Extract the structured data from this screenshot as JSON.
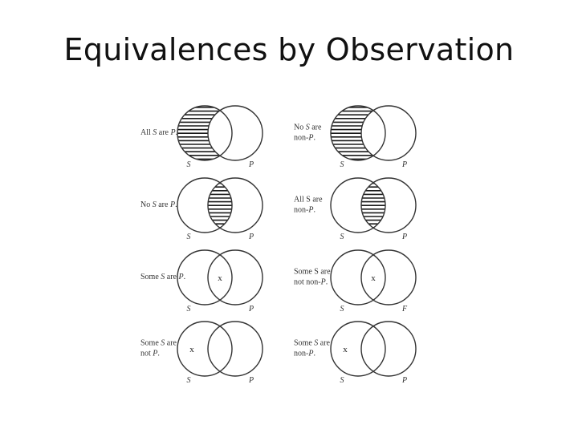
{
  "slide": {
    "title": "Equivalences by Observation"
  },
  "colors": {
    "ink": "#333333",
    "hatch": "#1a1a1a",
    "background": "#ffffff"
  },
  "diagrams": [
    {
      "label_lines": [
        [
          {
            "t": "All "
          },
          {
            "t": "S",
            "i": true
          },
          {
            "t": " are "
          },
          {
            "t": "P",
            "i": true
          },
          {
            "t": "."
          }
        ]
      ],
      "shade": "s_only",
      "x_mark": null,
      "x_text": "",
      "left_axis": "S",
      "right_axis": "P"
    },
    {
      "label_lines": [
        [
          {
            "t": "No "
          },
          {
            "t": "S",
            "i": true
          },
          {
            "t": " are"
          }
        ],
        [
          {
            "t": "non-"
          },
          {
            "t": "P",
            "i": true
          },
          {
            "t": "."
          }
        ]
      ],
      "shade": "s_only",
      "x_mark": null,
      "x_text": "",
      "left_axis": "S",
      "right_axis": "P"
    },
    {
      "label_lines": [
        [
          {
            "t": "No "
          },
          {
            "t": "S",
            "i": true
          },
          {
            "t": " are "
          },
          {
            "t": "P",
            "i": true
          },
          {
            "t": "."
          }
        ]
      ],
      "shade": "overlap",
      "x_mark": null,
      "x_text": "",
      "left_axis": "S",
      "right_axis": "P"
    },
    {
      "label_lines": [
        [
          {
            "t": "All S are"
          }
        ],
        [
          {
            "t": "non-"
          },
          {
            "t": "P",
            "i": true
          },
          {
            "t": "."
          }
        ]
      ],
      "shade": "overlap",
      "x_mark": null,
      "x_text": "",
      "left_axis": "S",
      "right_axis": "P"
    },
    {
      "label_lines": [
        [
          {
            "t": "Some "
          },
          {
            "t": "S",
            "i": true
          },
          {
            "t": " are "
          },
          {
            "t": "P",
            "i": true
          },
          {
            "t": "."
          }
        ]
      ],
      "shade": null,
      "x_mark": "overlap",
      "x_text": "x",
      "left_axis": "S",
      "right_axis": "P"
    },
    {
      "label_lines": [
        [
          {
            "t": "Some S are"
          }
        ],
        [
          {
            "t": "not non-"
          },
          {
            "t": "P",
            "i": true
          },
          {
            "t": "."
          }
        ]
      ],
      "shade": null,
      "x_mark": "overlap",
      "x_text": "x",
      "left_axis": "S",
      "right_axis": "F"
    },
    {
      "label_lines": [
        [
          {
            "t": "Some "
          },
          {
            "t": "S",
            "i": true
          },
          {
            "t": " are"
          }
        ],
        [
          {
            "t": "not "
          },
          {
            "t": "P",
            "i": true
          },
          {
            "t": "."
          }
        ]
      ],
      "shade": null,
      "x_mark": "s_only",
      "x_text": "x",
      "left_axis": "S",
      "right_axis": "P"
    },
    {
      "label_lines": [
        [
          {
            "t": "Some "
          },
          {
            "t": "S",
            "i": true
          },
          {
            "t": " are"
          }
        ],
        [
          {
            "t": "non-"
          },
          {
            "t": "P",
            "i": true
          },
          {
            "t": "."
          }
        ]
      ],
      "shade": null,
      "x_mark": "s_only",
      "x_text": "x",
      "left_axis": "S",
      "right_axis": "P"
    }
  ]
}
